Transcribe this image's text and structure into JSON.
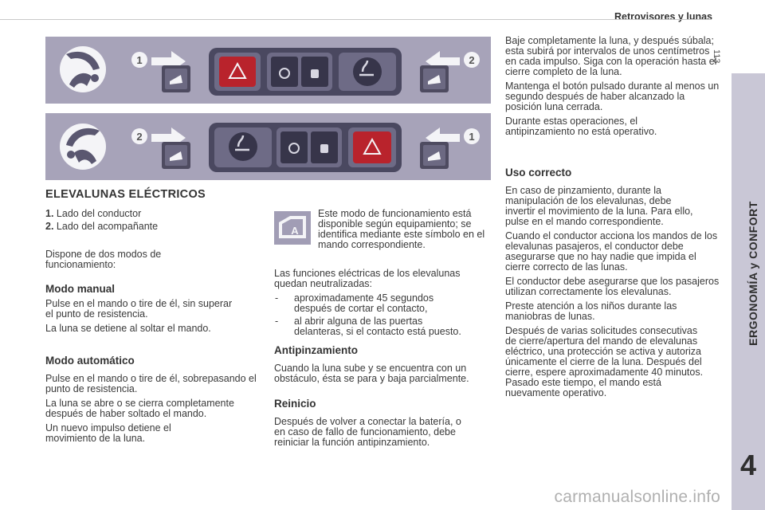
{
  "header": {
    "title": "Retrovisores y lunas"
  },
  "page_number": "113",
  "side_tab": {
    "label": "ERGONOMÍA y CONFORT",
    "chapter": "4"
  },
  "watermark": "carmanualsonline.info",
  "panels": {
    "panel_1": {
      "callout_left": "1",
      "callout_right": "2"
    },
    "panel_2": {
      "callout_left": "2",
      "callout_right": "1"
    }
  },
  "colors": {
    "panel_bg": "#a7a3b9",
    "side_tab_bg": "#c9c7d6",
    "hazard_button": "#b4232b"
  },
  "col1": {
    "section_title": "ELEVALUNAS ELÉCTRICOS",
    "list": [
      {
        "num": "1.",
        "text": "Lado del conductor"
      },
      {
        "num": "2.",
        "text": "Lado del acompañante"
      }
    ],
    "intro": "Dispone de dos modos de funcionamiento:",
    "manual_title": "Modo manual",
    "manual_p1": "Pulse en el mando o tire de él, sin superar el punto de resistencia.",
    "manual_p2": "La luna se detiene al soltar el mando.",
    "auto_title": "Modo automático",
    "auto_p1": "Pulse en el mando o tire de él, sobrepasando el punto de resistencia.",
    "auto_p2": "La luna se abre o se cierra completamente después de haber soltado el mando.",
    "auto_p3": "Un nuevo impulso detiene el movimiento de la luna."
  },
  "col2": {
    "icon_letter": "A",
    "icon_text": "Este modo de funcionamiento está disponible según equipamiento; se identifica mediante este símbolo en el mando correspondiente.",
    "neutral_p": "Las funciones eléctricas de los elevalunas quedan neutralizadas:",
    "dash_1": "aproximadamente 45 segundos después de cortar el contacto,",
    "dash_2": "al abrir alguna de las puertas delanteras, si el contacto está puesto.",
    "dash_char": "-",
    "anti_title": "Antipinzamiento",
    "anti_p": "Cuando la luna sube y se encuentra con un obstáculo, ésta se para y baja parcialmente.",
    "reset_title": "Reinicio",
    "reset_p": "Después de volver a conectar la batería, o en caso de fallo de funcionamiento, debe reiniciar la función antipinzamiento."
  },
  "col3": {
    "p1": "Baje completamente la luna, y después súbala; esta subirá por intervalos de unos centímetros en cada impulso. Siga con la operación hasta el cierre completo de la luna.",
    "p2": "Mantenga el botón pulsado durante al menos un segundo después de haber alcanzado la posición luna cerrada.",
    "p3": "Durante estas operaciones, el antipinzamiento no está operativo.",
    "uso_title": "Uso correcto",
    "uso_p1": "En caso de pinzamiento, durante la manipulación de los elevalunas, debe invertir el movimiento de la luna. Para ello, pulse en el mando correspondiente.",
    "uso_p2": "Cuando el conductor acciona los mandos de los elevalunas pasajeros, el conductor debe asegurarse que no hay nadie que impida el cierre correcto de las lunas.",
    "uso_p3": "El conductor debe asegurarse que los pasajeros utilizan correctamente los elevalunas.",
    "uso_p4": "Preste atención a los niños durante las maniobras de lunas.",
    "uso_p5": "Después de varias solicitudes consecutivas de cierre/apertura del mando de elevalunas eléctrico, una protección se activa y autoriza únicamente el cierre de la luna. Después del cierre, espere aproximadamente 40 minutos. Pasado este tiempo, el mando está nuevamente operativo."
  }
}
